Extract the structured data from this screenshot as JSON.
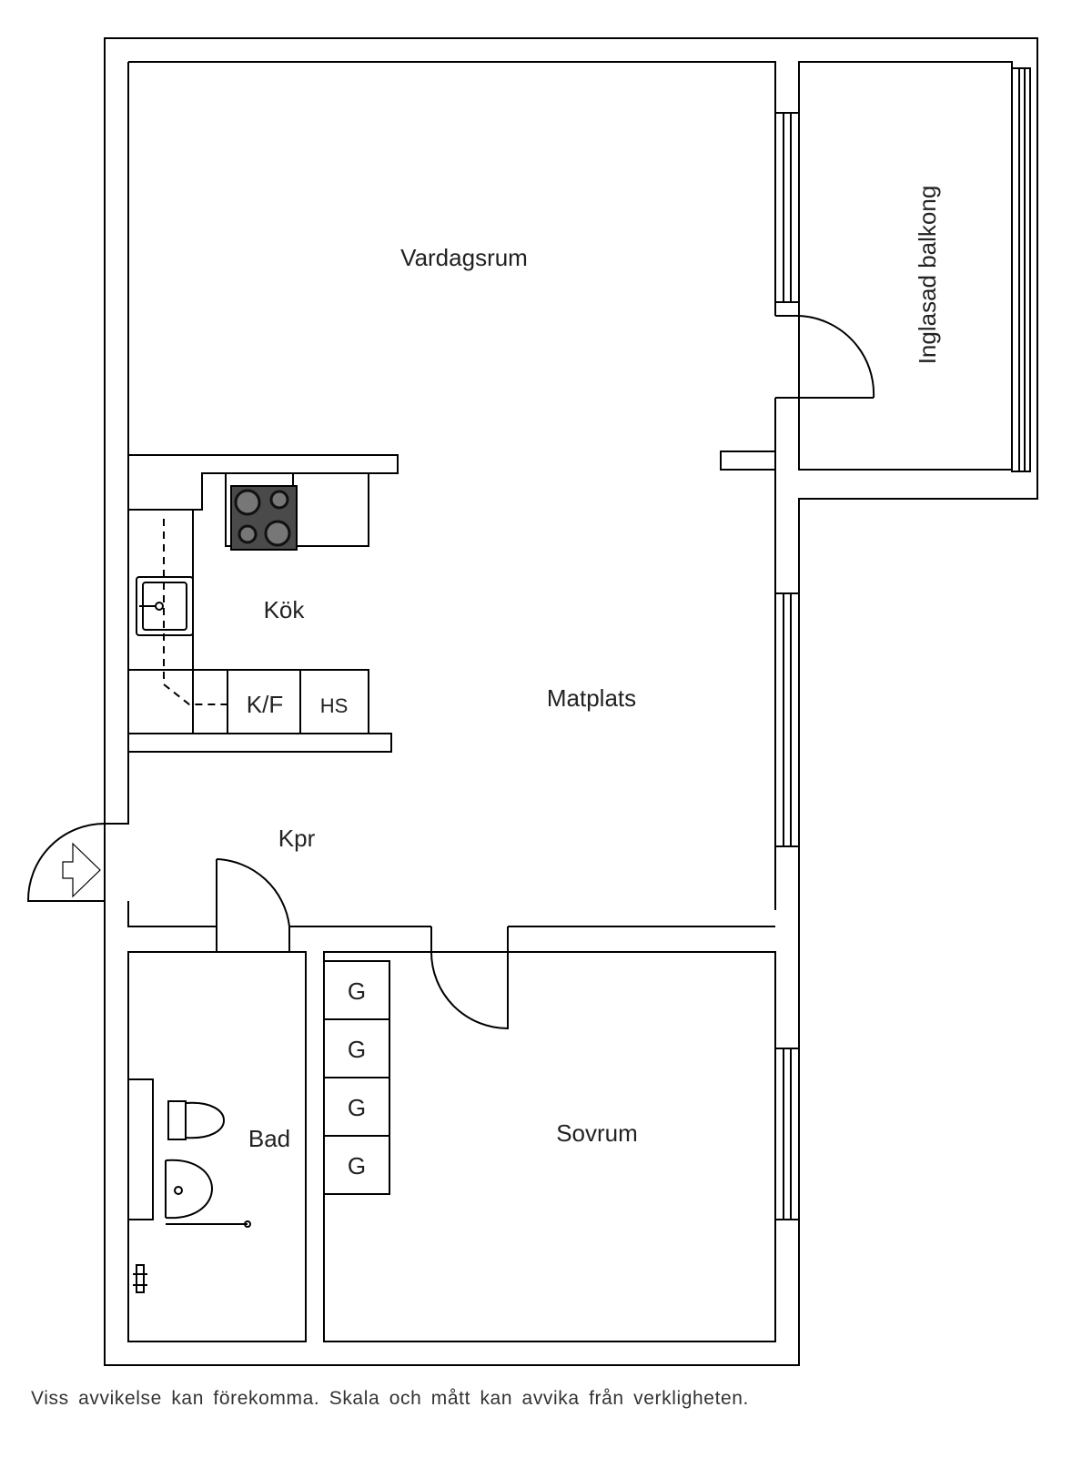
{
  "rooms": {
    "vardagsrum": "Vardagsrum",
    "balkong": "Inglasad balkong",
    "kok": "Kök",
    "matplats": "Matplats",
    "kpr": "Kpr",
    "bad": "Bad",
    "sovrum": "Sovrum"
  },
  "fixtures": {
    "kf": "K/F",
    "hs": "HS",
    "wardrobe": [
      "G",
      "G",
      "G",
      "G"
    ]
  },
  "disclaimer": "Viss avvikelse kan förekomma. Skala och mått kan avvika från verkligheten.",
  "colors": {
    "line": "#000000",
    "stove": "#4a4a4a",
    "stove_ring": "#2a2a2a"
  }
}
